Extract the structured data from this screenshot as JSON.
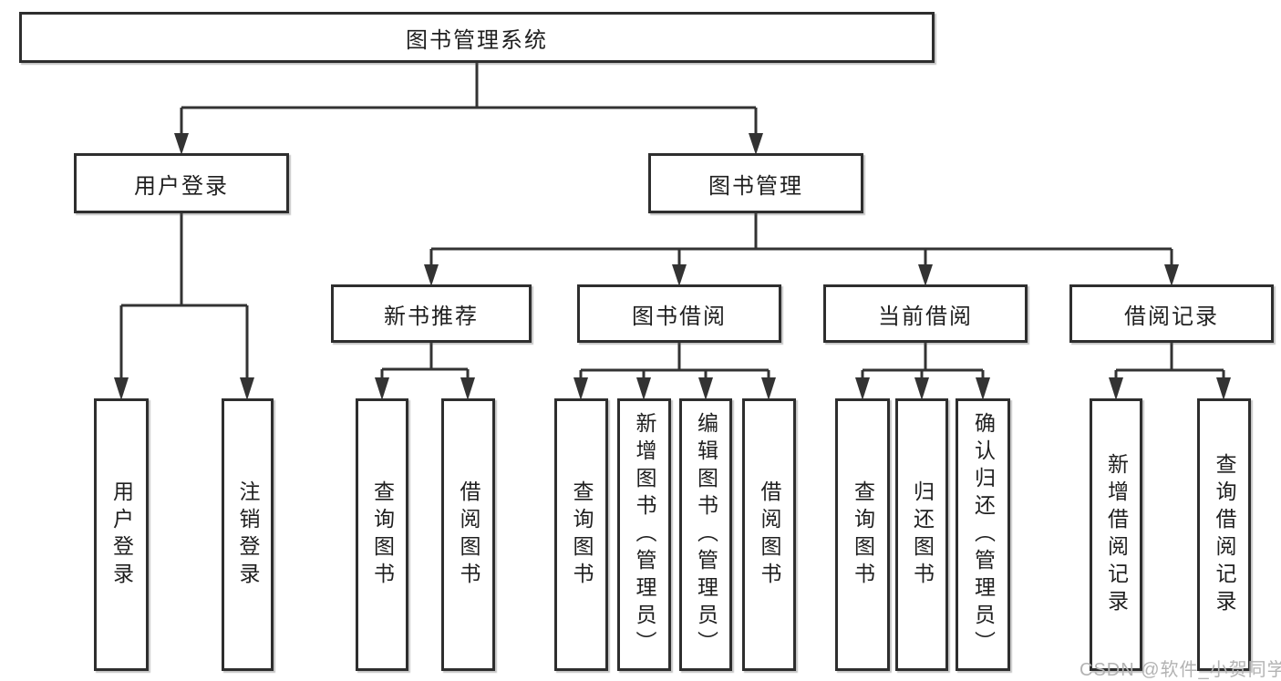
{
  "tree": {
    "root": "图书管理系统",
    "branches": [
      {
        "label": "用户登录",
        "children": [
          "用户登录",
          "注销登录"
        ]
      },
      {
        "label": "图书管理",
        "sections": [
          {
            "label": "新书推荐",
            "children": [
              "查询图书",
              "借阅图书"
            ]
          },
          {
            "label": "图书借阅",
            "children": [
              "查询图书",
              "新增图书（管理员）",
              "编辑图书（管理员）",
              "借阅图书"
            ]
          },
          {
            "label": "当前借阅",
            "children": [
              "查询图书",
              "归还图书",
              "确认归还（管理员）"
            ]
          },
          {
            "label": "借阅记录",
            "children": [
              "新增借阅记录",
              "查询借阅记录"
            ]
          }
        ]
      }
    ]
  },
  "watermark": {
    "text": "CSDN @软件_小贺同学"
  },
  "colors": {
    "line": "#333333",
    "text": "#1f1f1f",
    "box_background": "#ffffff",
    "watermark_text": "#b3b3b3"
  }
}
